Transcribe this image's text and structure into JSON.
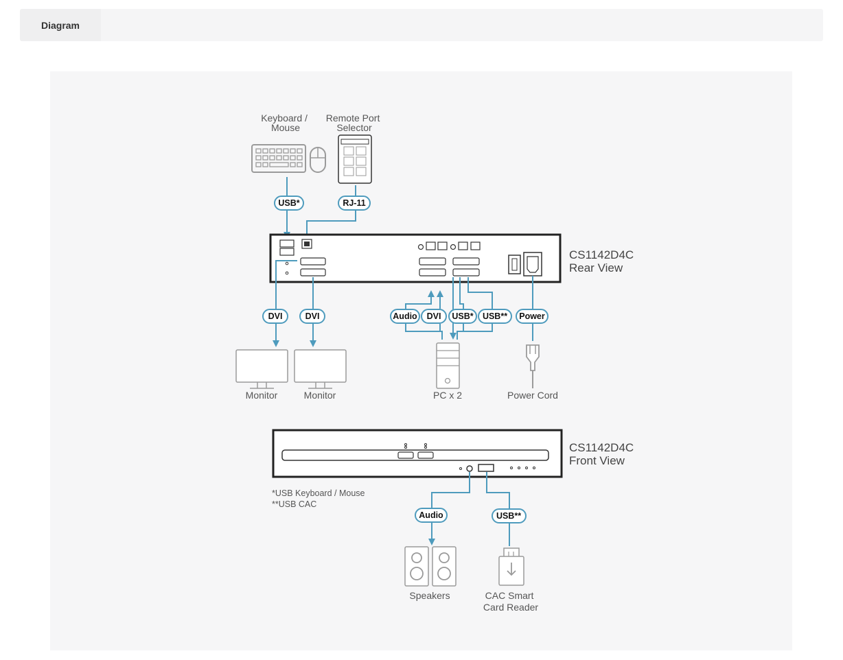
{
  "tabs": [
    {
      "label": "Diagram"
    }
  ],
  "devices": {
    "keyboard_mouse": [
      "Keyboard /",
      "Mouse"
    ],
    "remote_port_selector": [
      "Remote Port",
      "Selector"
    ],
    "monitor_1": "Monitor",
    "monitor_2": "Monitor",
    "pc": "PC x 2",
    "power_cord": "Power Cord",
    "speakers": "Speakers",
    "cac_reader": [
      "CAC Smart",
      "Card Reader"
    ]
  },
  "rear_view": {
    "model": "CS1142D4C",
    "view": "Rear View"
  },
  "front_view": {
    "model": "CS1142D4C",
    "view": "Front View"
  },
  "connectors": {
    "usb_km": "USB*",
    "rj11": "RJ-11",
    "dvi_1": "DVI",
    "dvi_2": "DVI",
    "pc_audio": "Audio",
    "pc_dvi": "DVI",
    "pc_usb": "USB*",
    "pc_usb_cac": "USB**",
    "power": "Power",
    "front_audio": "Audio",
    "front_usb_cac": "USB**"
  },
  "notes": [
    "*USB Keyboard / Mouse",
    "**USB CAC"
  ],
  "colors": {
    "cable": "#4e9bbd",
    "device": "#9a9a9a",
    "unit": "#222222"
  }
}
